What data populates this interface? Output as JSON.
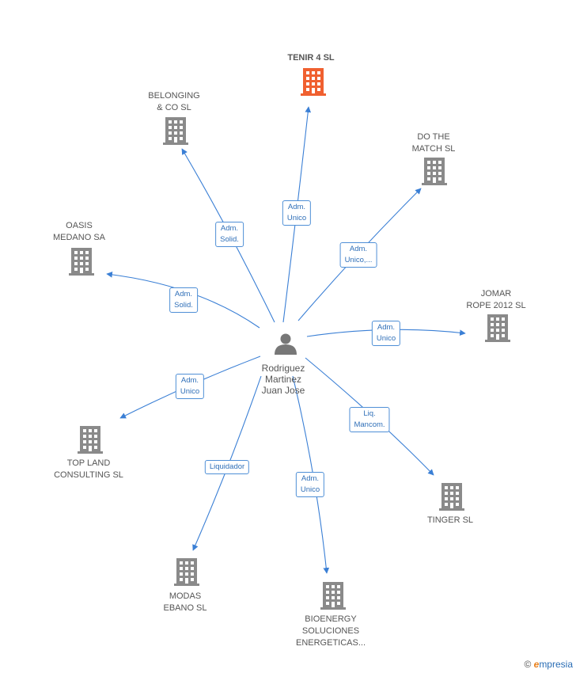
{
  "colors": {
    "edge": "#3a7fd5",
    "building": "#8a8a8a",
    "focus_building": "#f06030",
    "person": "#777777"
  },
  "center": {
    "lines": [
      "Rodriguez",
      "Martinez",
      "Juan Jose"
    ],
    "icon": "person-icon"
  },
  "companies": [
    {
      "id": "tenir",
      "lines": [
        "TENIR 4  SL"
      ],
      "focus": true,
      "icon": "building-icon"
    },
    {
      "id": "belonging",
      "lines": [
        "BELONGING",
        "& CO  SL"
      ],
      "icon": "building-icon"
    },
    {
      "id": "dothematch",
      "lines": [
        "DO THE",
        "MATCH  SL"
      ],
      "icon": "building-icon"
    },
    {
      "id": "oasis",
      "lines": [
        "OASIS",
        "MEDANO SA"
      ],
      "icon": "building-icon"
    },
    {
      "id": "jomar",
      "lines": [
        "JOMAR",
        "ROPE 2012 SL"
      ],
      "icon": "building-icon"
    },
    {
      "id": "topland",
      "lines": [
        "TOP LAND",
        "CONSULTING SL"
      ],
      "icon": "building-icon"
    },
    {
      "id": "tinger",
      "lines": [
        "TINGER SL"
      ],
      "icon": "building-icon"
    },
    {
      "id": "modas",
      "lines": [
        "MODAS",
        "EBANO SL"
      ],
      "icon": "building-icon"
    },
    {
      "id": "bioenergy",
      "lines": [
        "BIOENERGY",
        "SOLUCIONES",
        "ENERGETICAS..."
      ],
      "icon": "building-icon"
    }
  ],
  "edges": [
    {
      "target": "tenir",
      "lines": [
        "Adm.",
        "Unico"
      ]
    },
    {
      "target": "belonging",
      "lines": [
        "Adm.",
        "Solid."
      ]
    },
    {
      "target": "dothematch",
      "lines": [
        "Adm.",
        "Unico,..."
      ]
    },
    {
      "target": "oasis",
      "lines": [
        "Adm.",
        "Solid."
      ]
    },
    {
      "target": "jomar",
      "lines": [
        "Adm.",
        "Unico"
      ]
    },
    {
      "target": "topland",
      "lines": [
        "Adm.",
        "Unico"
      ]
    },
    {
      "target": "tinger",
      "lines": [
        "Liq.",
        "Mancom."
      ]
    },
    {
      "target": "modas",
      "lines": [
        "Liquidador"
      ]
    },
    {
      "target": "bioenergy",
      "lines": [
        "Adm.",
        "Unico"
      ]
    }
  ],
  "footer": {
    "copyright": "©",
    "brand_initial": "e",
    "brand_rest": "mpresia"
  }
}
